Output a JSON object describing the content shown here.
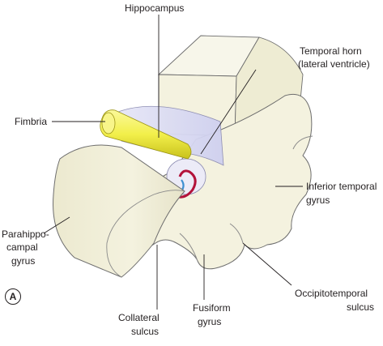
{
  "labels": {
    "hippocampus": "Hippocampus",
    "temporal_horn_1": "Temporal horn",
    "temporal_horn_2": "(lateral ventricle)",
    "fimbria": "Fimbria",
    "inferior_temporal_1": "Inferior temporal",
    "inferior_temporal_2": "gyrus",
    "parahippocampal_1": "Parahippo-",
    "parahippocampal_2": "campal",
    "parahippocampal_3": "gyrus",
    "occipitotemporal_1": "Occipitotemporal",
    "occipitotemporal_2": "sulcus",
    "collateral_1": "Collateral",
    "collateral_2": "sulcus",
    "fusiform_1": "Fusiform",
    "fusiform_2": "gyrus"
  },
  "panel_letter": "A",
  "colors": {
    "tissue": "#f4f2df",
    "tissue_shade": "#e3e0c7",
    "ventricle": "#d7d8f2",
    "fimbria": "#f2ef4a",
    "fimbria_shade": "#c9c21c",
    "stripe_red": "#b3123a",
    "stripe_blue": "#3d8fd1",
    "outline": "#6d6d6d",
    "leader": "#231f20"
  }
}
